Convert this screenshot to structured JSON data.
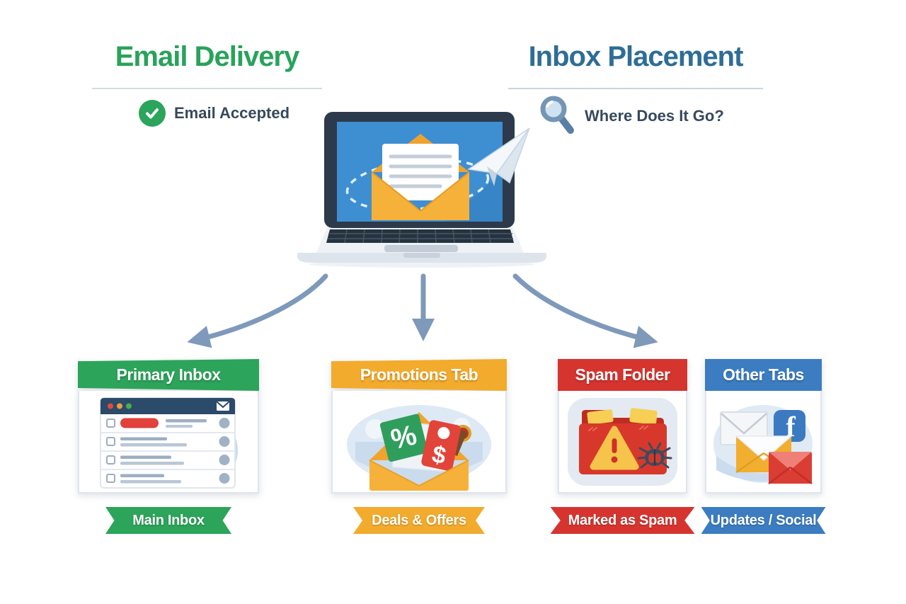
{
  "titles": {
    "left": {
      "text": "Email Delivery",
      "color": "#2aa25b"
    },
    "right": {
      "text": "Inbox Placement",
      "color": "#2e6d96"
    }
  },
  "statuses": {
    "left": {
      "icon": "check-circle-icon",
      "label": "Email Accepted"
    },
    "right": {
      "icon": "magnifier-icon",
      "label": "Where Does It Go?"
    }
  },
  "center_illustration": "laptop-sending-email-with-paper-plane",
  "destinations": [
    {
      "title": "Primary Inbox",
      "ribbon": "Main Inbox",
      "color": "#2ca45a",
      "illustration": "inbox-message-list"
    },
    {
      "title": "Promotions Tab",
      "ribbon": "Deals & Offers",
      "color": "#f2ab2c",
      "illustration": "promotions-envelope-coupons"
    },
    {
      "title": "Spam Folder",
      "ribbon": "Marked as Spam",
      "color": "#d6352f",
      "illustration": "spam-folder-warning-bug"
    },
    {
      "title": "Other Tabs",
      "ribbon": "Updates / Social",
      "color": "#3c7dc1",
      "illustration": "social-update-envelopes"
    }
  ],
  "accents": {
    "arrow": "#7e99ba",
    "dark_text": "#37495d"
  }
}
